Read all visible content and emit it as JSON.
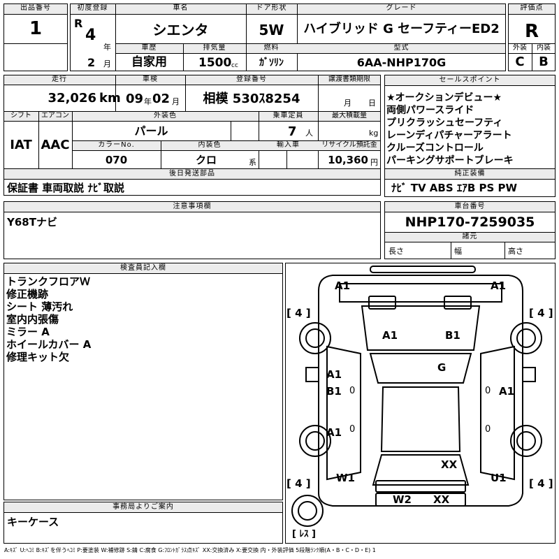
{
  "header": {
    "lot_label": "出品番号",
    "lot_value": "1",
    "first_reg_label": "初度登録",
    "era": "R",
    "year_value": "4",
    "year_unit": "年",
    "month_value": "2",
    "month_unit": "月",
    "car_name_label": "車名",
    "car_name": "シエンタ",
    "door_label": "ドア形状",
    "door_value": "5W",
    "grade_label": "グレード",
    "grade_value": "ハイブリッド G セーフティーED2",
    "score_label": "評価点",
    "score_value": "R",
    "exterior_label": "外装",
    "exterior_value": "C",
    "interior_label": "内装",
    "interior_value": "B",
    "history_label": "車歴",
    "history_value": "自家用",
    "displacement_label": "排気量",
    "displacement_value": "1500",
    "displacement_unit": "cc",
    "fuel_label": "燃料",
    "fuel_value": "ｶﾞｿﾘﾝ",
    "model_label": "型式",
    "model_value": "6AA-NHP170G"
  },
  "row2": {
    "mileage_label": "走行",
    "mileage_value": "32,026",
    "mileage_unit": "km",
    "inspection_label": "車検",
    "inspection_year": "09",
    "inspection_year_unit": "年",
    "inspection_month": "02",
    "inspection_month_unit": "月",
    "plate_label": "登録番号",
    "plate_value": "相模 530ｽ8254",
    "transfer_label": "譲渡書類期限",
    "transfer_month_unit": "月",
    "transfer_day_unit": "日"
  },
  "row3": {
    "shift_label": "シフト",
    "shift_value": "IAT",
    "aircon_label": "エアコン",
    "aircon_value": "AAC",
    "ext_color_label": "外装色",
    "ext_color_value": "パール",
    "capacity_label": "乗車定員",
    "capacity_value": "7",
    "capacity_unit": "人",
    "load_label": "最大積載量",
    "load_unit": "kg",
    "color_no_label": "カラーNo.",
    "color_no_value": "070",
    "int_color_label": "内装色",
    "int_color_value": "クロ",
    "int_color_unit": "系",
    "import_label": "輸入車",
    "recycle_label": "リサイクル預託金",
    "recycle_value": "10,360",
    "recycle_unit": "円"
  },
  "sales_points": {
    "label": "セールスポイント",
    "items": [
      "★オークションデビュー★",
      "両側パワースライド",
      "プリクラッシュセーフティ",
      "レーンディパチャーアラート",
      "クルーズコントロール",
      "パーキングサポートブレーキ"
    ]
  },
  "followup": {
    "label": "後日発送部品",
    "value": "保証書 車両取説 ﾅﾋﾞ取説"
  },
  "genuine": {
    "label": "純正装備",
    "value": "ﾅﾋﾞ TV ABS ｴｱB PS PW"
  },
  "notes": {
    "label": "注意事項欄",
    "value": "Y68Tナビ"
  },
  "chassis": {
    "label": "車台番号",
    "value": "NHP170-7259035",
    "dims_label": "諸元",
    "length_label": "長さ",
    "width_label": "幅",
    "height_label": "高さ"
  },
  "inspector": {
    "label": "検査員記入欄",
    "lines": [
      "トランクフロアＷ",
      "修正機跡",
      "シート 薄汚れ",
      "室内内張傷",
      "ミラー A",
      "ホイールカバー A",
      "修理キット欠"
    ]
  },
  "office": {
    "label": "事務局よりご案内",
    "value": "キーケース"
  },
  "diagram": {
    "marks": {
      "front_left": "A1",
      "front_right": "A1",
      "hood_left": "A1",
      "hood_right": "B1",
      "windshield": "G",
      "left_upper": "A1",
      "left_mid": "B1",
      "left_lower": "A1",
      "right_mid": "A1",
      "roof_rear": "XX",
      "rear_left": "W1",
      "rear_right": "U1",
      "bumper_left": "W2",
      "bumper_right": "XX",
      "small_mark": "0"
    },
    "tire_fl": "[ 4 ]",
    "tire_fr": "[ 4 ]",
    "tire_rl": "[ 4 ]",
    "tire_rr": "[ 4 ]",
    "spare": "[ ﾚｽ ]"
  },
  "legend": "A:ｷｽﾞ U:ﾍｺﾐ B:ｷｽﾞを伴うﾍｺﾐ P:要塗装 W:補修跡 S:錆 C:腐食 G:ﾌﾛﾝﾄｶﾞﾗｽ点ｷｽﾞ XX:交換済み X:要交換 内・外装評価 5段階ﾗﾝｸ順(A・B・C・D・E) 1"
}
